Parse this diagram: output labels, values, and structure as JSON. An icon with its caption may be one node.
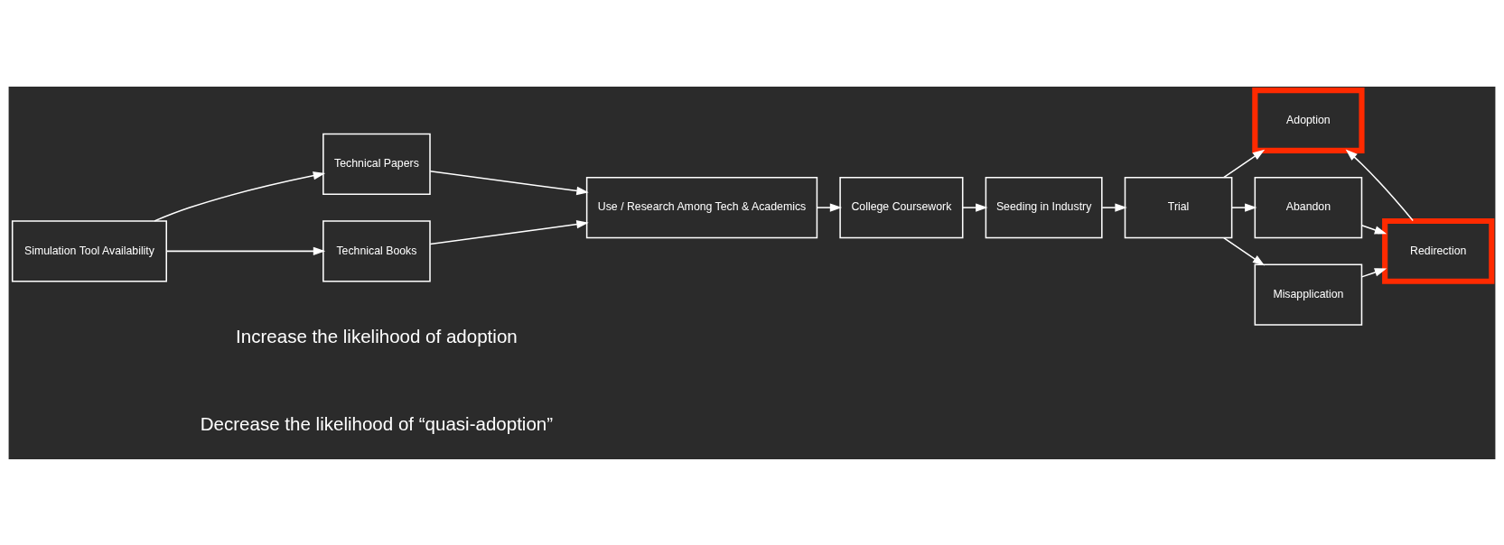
{
  "diagram": {
    "nodes": [
      {
        "text": [
          "Simulation Tool Availability"
        ]
      },
      {
        "text": [
          "Technical Papers"
        ]
      },
      {
        "text": [
          "Technical Books"
        ]
      },
      {
        "text": [
          "Use / Research Among Tech & Academics"
        ]
      },
      {
        "text": [
          "College Coursework"
        ]
      },
      {
        "text": [
          "Seeding in Industry"
        ]
      },
      {
        "text": [
          "Trial"
        ]
      },
      {
        "text": [
          "Adoption"
        ]
      },
      {
        "text": [
          "Abandon"
        ]
      },
      {
        "text": [
          "Misapplication"
        ]
      },
      {
        "text": [
          "Redirection"
        ]
      }
    ],
    "edges": [
      {
        "from": 0,
        "to": 1,
        "arrow": "to"
      },
      {
        "from": 0,
        "to": 2,
        "arrow": "to"
      },
      {
        "from": 1,
        "to": 3,
        "arrow": "to"
      },
      {
        "from": 2,
        "to": 3,
        "arrow": "to"
      },
      {
        "from": 3,
        "to": 4,
        "arrow": "to"
      },
      {
        "from": 4,
        "to": 5,
        "arrow": "to"
      },
      {
        "from": 5,
        "to": 6,
        "arrow": "to"
      },
      {
        "from": 6,
        "to": 7,
        "arrow": "to"
      },
      {
        "from": 6,
        "to": 8,
        "arrow": "to"
      },
      {
        "from": 6,
        "to": 9,
        "arrow": "to"
      },
      {
        "from": 8,
        "to": 10,
        "arrow": "to"
      },
      {
        "from": 9,
        "to": 10,
        "arrow": "to"
      },
      {
        "from": 10,
        "to": 7,
        "arrow": "to"
      }
    ],
    "labels": [
      "Increase the likelihood of adoption",
      "Decrease the likelihood of “quasi-adoption”"
    ]
  }
}
